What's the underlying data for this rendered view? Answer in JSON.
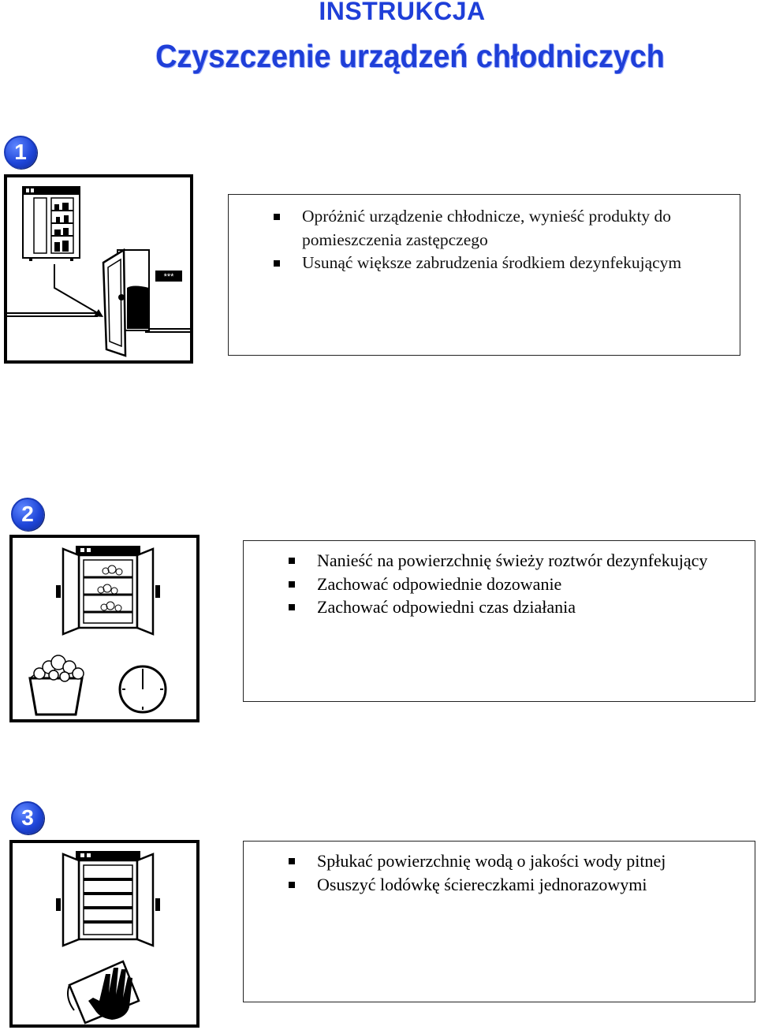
{
  "header": {
    "label": "INSTRUKCJA",
    "title": "Czyszczenie urządzeń chłodniczych"
  },
  "colors": {
    "accent": "#1f3fd8",
    "border": "#000000"
  },
  "steps": [
    {
      "number": "1",
      "icon": "fridge-move-icon",
      "items": [
        "Opróżnić urządzenie chłodnicze, wynieść produkty do pomieszczenia zastępczego",
        "Usunąć większe zabrudzenia środkiem dezynfekującym"
      ]
    },
    {
      "number": "2",
      "icon": "fridge-disinfect-icon",
      "items": [
        "Nanieść na powierzchnię świeży roztwór dezynfekujący",
        "Zachować odpowiednie dozowanie",
        "Zachować odpowiedni czas działania"
      ]
    },
    {
      "number": "3",
      "icon": "fridge-wipe-icon",
      "items": [
        "Spłukać powierzchnię wodą o jakości wody pitnej",
        "Osuszyć lodówkę ściereczkami jednorazowymi"
      ]
    }
  ]
}
